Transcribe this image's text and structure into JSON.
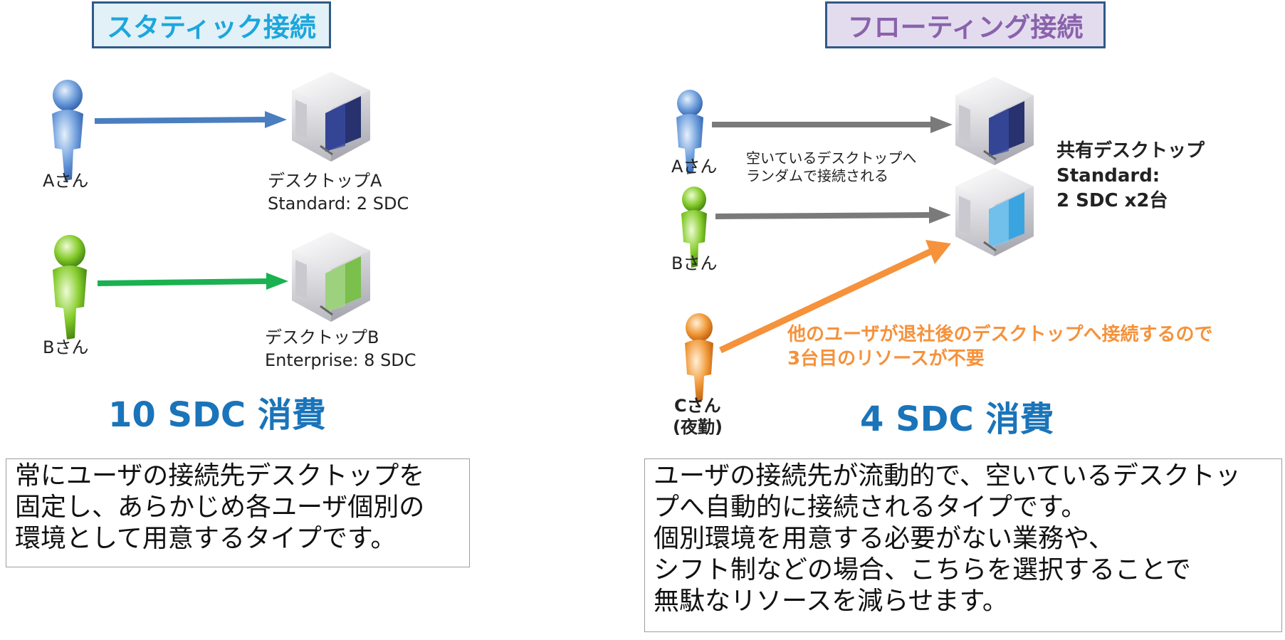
{
  "static": {
    "title": "スタティック接続",
    "user_a": "Aさん",
    "user_b": "Bさん",
    "desktop_a_name": "デスクトップA",
    "desktop_a_spec": "Standard: 2 SDC",
    "desktop_b_name": "デスクトップB",
    "desktop_b_spec": "Enterprise: 8 SDC",
    "consumption": "10 SDC 消費",
    "description": [
      "常にユーザの接続先デスクトップを",
      "固定し、あらかじめ各ユーザ個別の",
      "環境として用意するタイプです。"
    ]
  },
  "floating": {
    "title": "フローティング接続",
    "user_a": "Aさん",
    "user_b": "Bさん",
    "user_c": "Cさん",
    "user_c_note": "(夜勤)",
    "random_note": [
      "空いているデスクトップへ",
      "ランダムで接続される"
    ],
    "shared_desktop": [
      "共有デスクトップ",
      "Standard:",
      "2 SDC x2台"
    ],
    "other_user_note": [
      "他のユーザが退社後のデスクトップへ接続するので",
      "3台目のリソースが不要"
    ],
    "consumption": "4 SDC 消費",
    "description": [
      "ユーザの接続先が流動的で、空いているデスクトッ",
      "プへ自動的に接続されるタイプです。",
      "個別環境を用意する必要がない業務や、",
      "シフト制などの場合、こちらを選択することで",
      "無駄なリソースを減らせます。"
    ]
  },
  "colors": {
    "blue_user": "#5b8fd2",
    "green_user": "#7cc22b",
    "orange_user": "#f08a28",
    "arrow_blue": "#4a7ebf",
    "arrow_green": "#1ab150",
    "arrow_gray": "#7a7a7a",
    "arrow_orange": "#f5923b",
    "screen_navy": "#27326e",
    "screen_green": "#7bbf4c",
    "screen_cyan": "#3aa4e0"
  }
}
